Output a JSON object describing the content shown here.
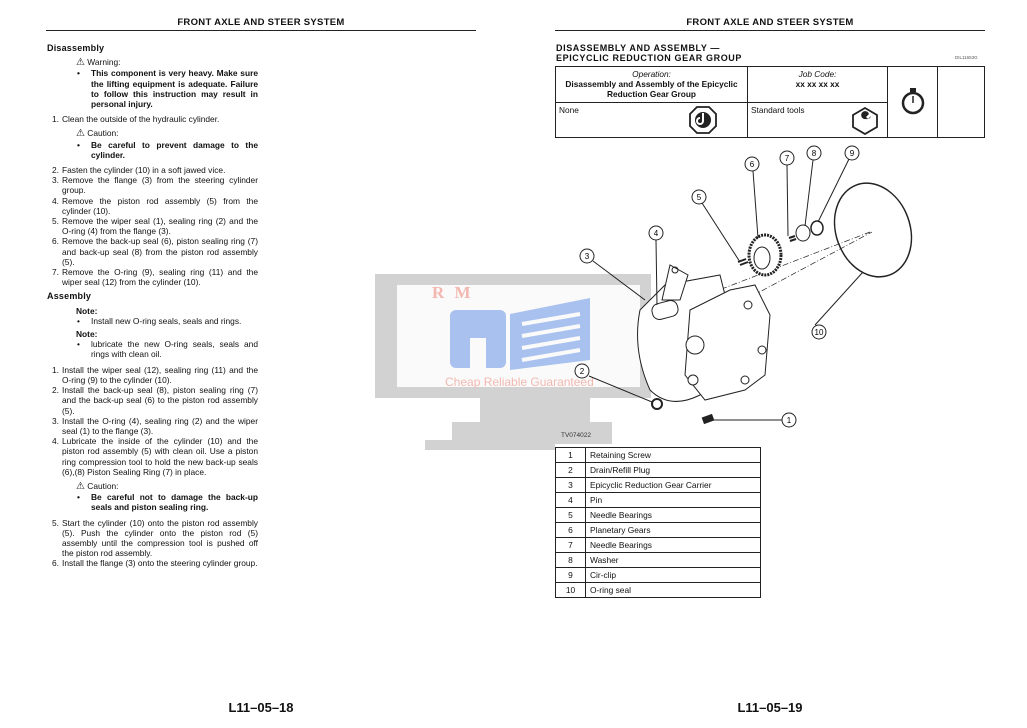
{
  "left_page": {
    "header": "FRONT AXLE AND STEER SYSTEM",
    "page_number": "L11–05–18",
    "disassembly": {
      "title": "Disassembly",
      "warning": {
        "label": "Warning:",
        "text": "This component is very heavy.  Make sure the lifting equipment is adequate. Failure to follow this instruction may result in personal injury."
      },
      "step1": "Clean the outside of the hydraulic cylinder.",
      "caution": {
        "label": "Caution:",
        "text": "Be careful to prevent damage to the cylinder."
      },
      "steps": [
        {
          "n": "2.",
          "text": "Fasten the cylinder (10) in a soft jawed vice."
        },
        {
          "n": "3.",
          "text": "Remove the flange (3) from the steering cylinder group."
        },
        {
          "n": "4.",
          "text": "Remove the piston rod assembly (5) from the cylinder (10)."
        },
        {
          "n": "5.",
          "text": "Remove the wiper seal (1), sealing ring (2) and the O-ring (4) from the flange (3)."
        },
        {
          "n": "6.",
          "text": "Remove the back-up seal (6), piston sealing ring (7) and back-up seal (8) from the piston rod assembly (5)."
        },
        {
          "n": "7.",
          "text": "Remove the O-ring (9), sealing ring (11) and the wiper seal (12) from the cylinder (10)."
        }
      ]
    },
    "assembly": {
      "title": "Assembly",
      "note1": {
        "label": "Note:",
        "text": "Install new O-ring seals, seals and rings."
      },
      "note2": {
        "label": "Note:",
        "text": "lubricate the new O-ring seals, seals and rings with clean oil."
      },
      "steps": [
        {
          "n": "1.",
          "text": "Install the wiper seal (12), sealing ring (11) and the O-ring (9) to the cylinder (10)."
        },
        {
          "n": "2.",
          "text": "Install the back-up seal (8), piston sealing ring (7) and the back-up seal (6) to the piston rod assembly (5)."
        },
        {
          "n": "3.",
          "text": "Install the O-ring (4), sealing ring (2) and the wiper seal (1) to the flange (3)."
        },
        {
          "n": "4.",
          "text": "Lubricate the inside of the cylinder (10) and the piston rod assembly (5) with clean oil. Use a piston ring compression tool to hold the new back-up seals (6),(8) Piston Sealing Ring (7) in place."
        }
      ],
      "caution": {
        "label": "Caution:",
        "text": "Be careful not to damage the back-up seals and piston sealing ring."
      },
      "steps2": [
        {
          "n": "5.",
          "text": "Start the cylinder (10) onto the piston rod assembly (5).   Push the cylinder onto the piston rod (5) assembly until the compression tool is pushed off the piston rod assembly."
        },
        {
          "n": "6.",
          "text": "Install the flange (3) onto the steering cylinder group."
        }
      ]
    }
  },
  "right_page": {
    "header": "FRONT AXLE AND STEER SYSTEM",
    "page_number": "L11–05–19",
    "title_line1": "DISASSEMBLY AND ASSEMBLY —",
    "title_line2": "EPICYCLIC REDUCTION GEAR GROUP",
    "doc_code": "DIL11653G",
    "operation": {
      "label": "Operation:",
      "text": "Disassembly and Assembly of the Epicyclic Reduction Gear Group",
      "job_code_label": "Job Code:",
      "job_code": "xx xx xx xx",
      "lifting": "None",
      "tools": "Standard tools"
    },
    "figure_code": "TV074022",
    "callouts": [
      "1",
      "2",
      "3",
      "4",
      "5",
      "6",
      "7",
      "8",
      "9",
      "10"
    ],
    "parts": [
      {
        "n": "1",
        "name": "Retaining Screw"
      },
      {
        "n": "2",
        "name": "Drain/Refill Plug"
      },
      {
        "n": "3",
        "name": "Epicyclic Reduction Gear Carrier"
      },
      {
        "n": "4",
        "name": "Pin"
      },
      {
        "n": "5",
        "name": "Needle Bearings"
      },
      {
        "n": "6",
        "name": "Planetary Gears"
      },
      {
        "n": "7",
        "name": "Needle Bearings"
      },
      {
        "n": "8",
        "name": "Washer"
      },
      {
        "n": "9",
        "name": "Cir-clip"
      },
      {
        "n": "10",
        "name": "O-ring seal"
      }
    ]
  },
  "watermark": {
    "brand": "R M",
    "tagline": "Cheap Reliable Guaranteed",
    "color": "#f2b8b0",
    "icon_color": "#a9c1ee"
  }
}
